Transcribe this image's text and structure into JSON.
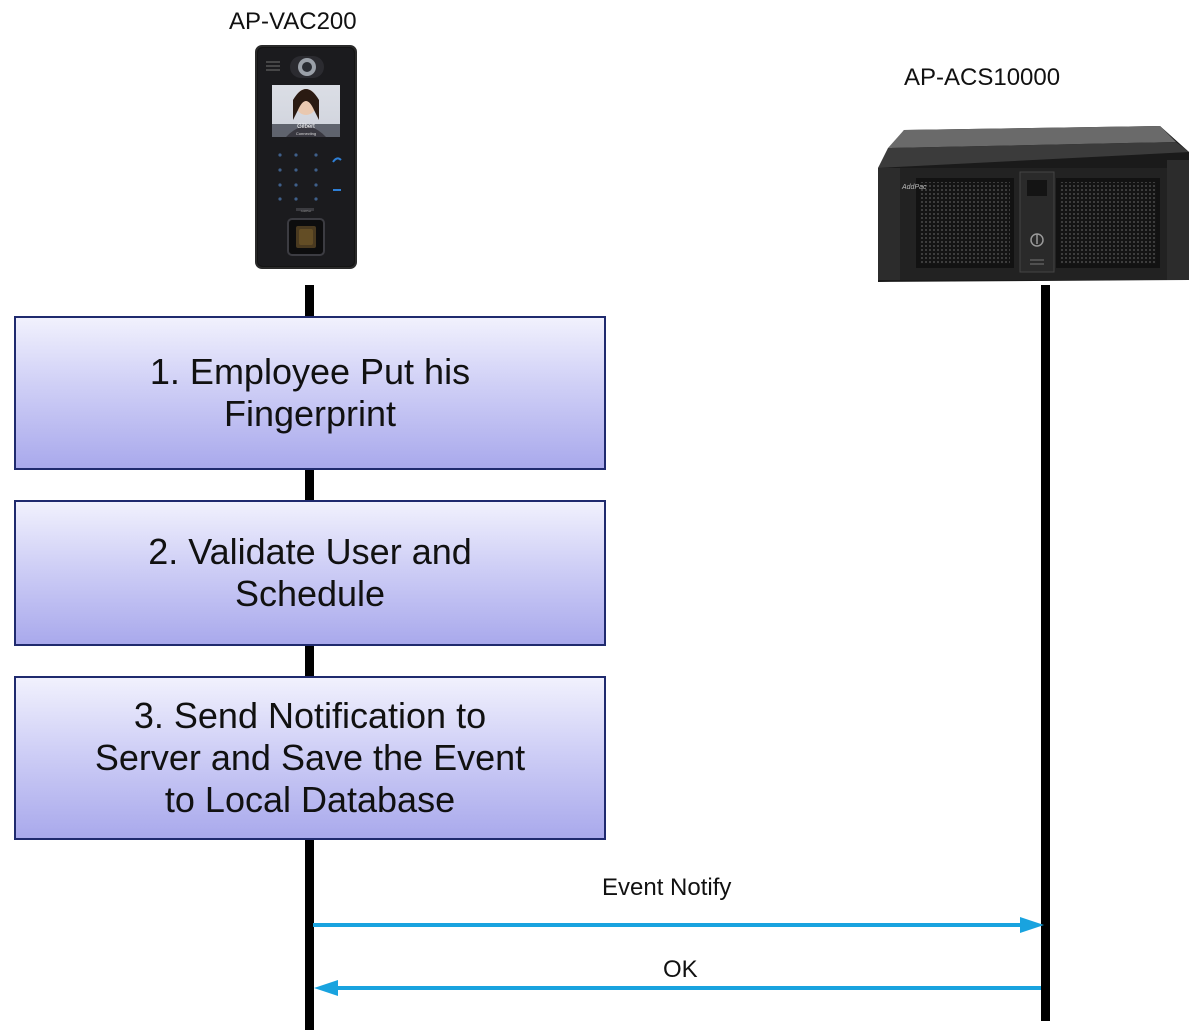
{
  "devices": {
    "left": {
      "label": "AP-VAC200",
      "screen_name": "Gilbert",
      "screen_status": "Connecting",
      "brand": "AddPac"
    },
    "right": {
      "label": "AP-ACS10000",
      "brand": "AddPac"
    }
  },
  "steps": [
    {
      "lines": [
        "1. Employee Put his",
        "Fingerprint"
      ]
    },
    {
      "lines": [
        "2. Validate User and",
        "Schedule"
      ]
    },
    {
      "lines": [
        "3. Send Notification to",
        "Server and Save the Event",
        "to Local Database"
      ]
    }
  ],
  "messages": [
    {
      "label": "Event Notify",
      "direction": "right"
    },
    {
      "label": "OK",
      "direction": "left"
    }
  ],
  "colors": {
    "arrow": "#19a3df",
    "step_border": "#1f2a6e",
    "step_fill_top": "#f1f1fd",
    "step_fill_bottom": "#a9a9ec",
    "lifeline": "#000000"
  }
}
